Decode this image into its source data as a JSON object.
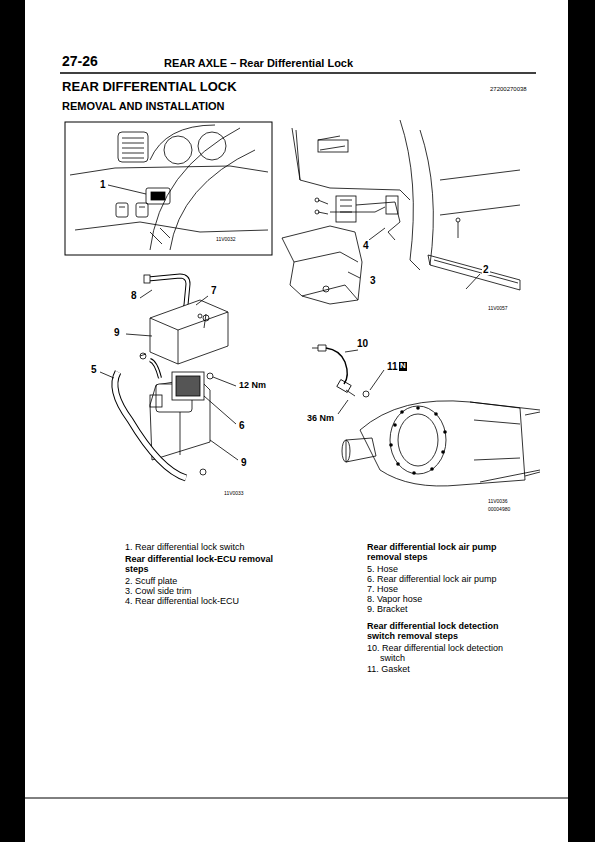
{
  "diagram": {
    "title": "REAR DIFFERENTIAL LOCK",
    "labels": [
      "27-26",
      "REAR AXLE – Rear Differential Lock",
      "REMOVAL AND INSTALLATION",
      "27200270038",
      "1",
      "11V0032",
      "4",
      "3",
      "2",
      "11V0057",
      "8",
      "7",
      "9",
      "5",
      "12 Nm",
      "6",
      "9",
      "11V0033",
      "10",
      "11",
      "N",
      "36 Nm",
      "11V0036",
      "00004980",
      "1. Rear differential lock switch",
      "Rear differential lock-ECU removal steps",
      "2. Scuff plate",
      "3. Cowl side trim",
      "4. Rear differential lock-ECU",
      "Rear differential lock air pump removal steps",
      "5. Hose",
      "6. Rear differential lock air pump",
      "7. Hose",
      "8. Vapor hose",
      "9. Bracket",
      "Rear differential lock detection switch removal steps",
      "10. Rear differential lock detection switch",
      "11. Gasket"
    ]
  }
}
